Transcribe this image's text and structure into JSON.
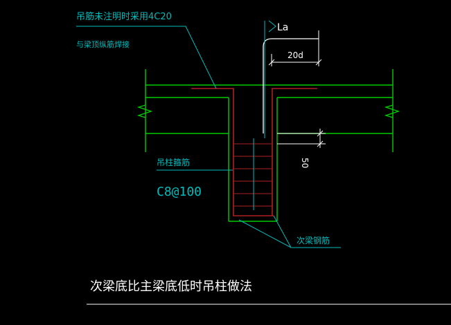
{
  "colors": {
    "background": "#000000",
    "concrete_outline": "#00cc00",
    "rebar": "#b02020",
    "annotation": "#00bbbb",
    "title_text": "#ffffff",
    "dimension": "#ffffff"
  },
  "labels": {
    "hanger_note_line1": "吊筋未注明时采用4C20",
    "hanger_note_line2": "与梁顶纵筋焊接",
    "anchor_length": "La",
    "dimension_20d": "20d",
    "dimension_50": "50",
    "stirrup_label": "吊柱箍筋",
    "stirrup_spec": "C8@100",
    "secondary_rebar_label": "次梁钢筋",
    "title": "次梁底比主梁底低时吊柱做法"
  }
}
